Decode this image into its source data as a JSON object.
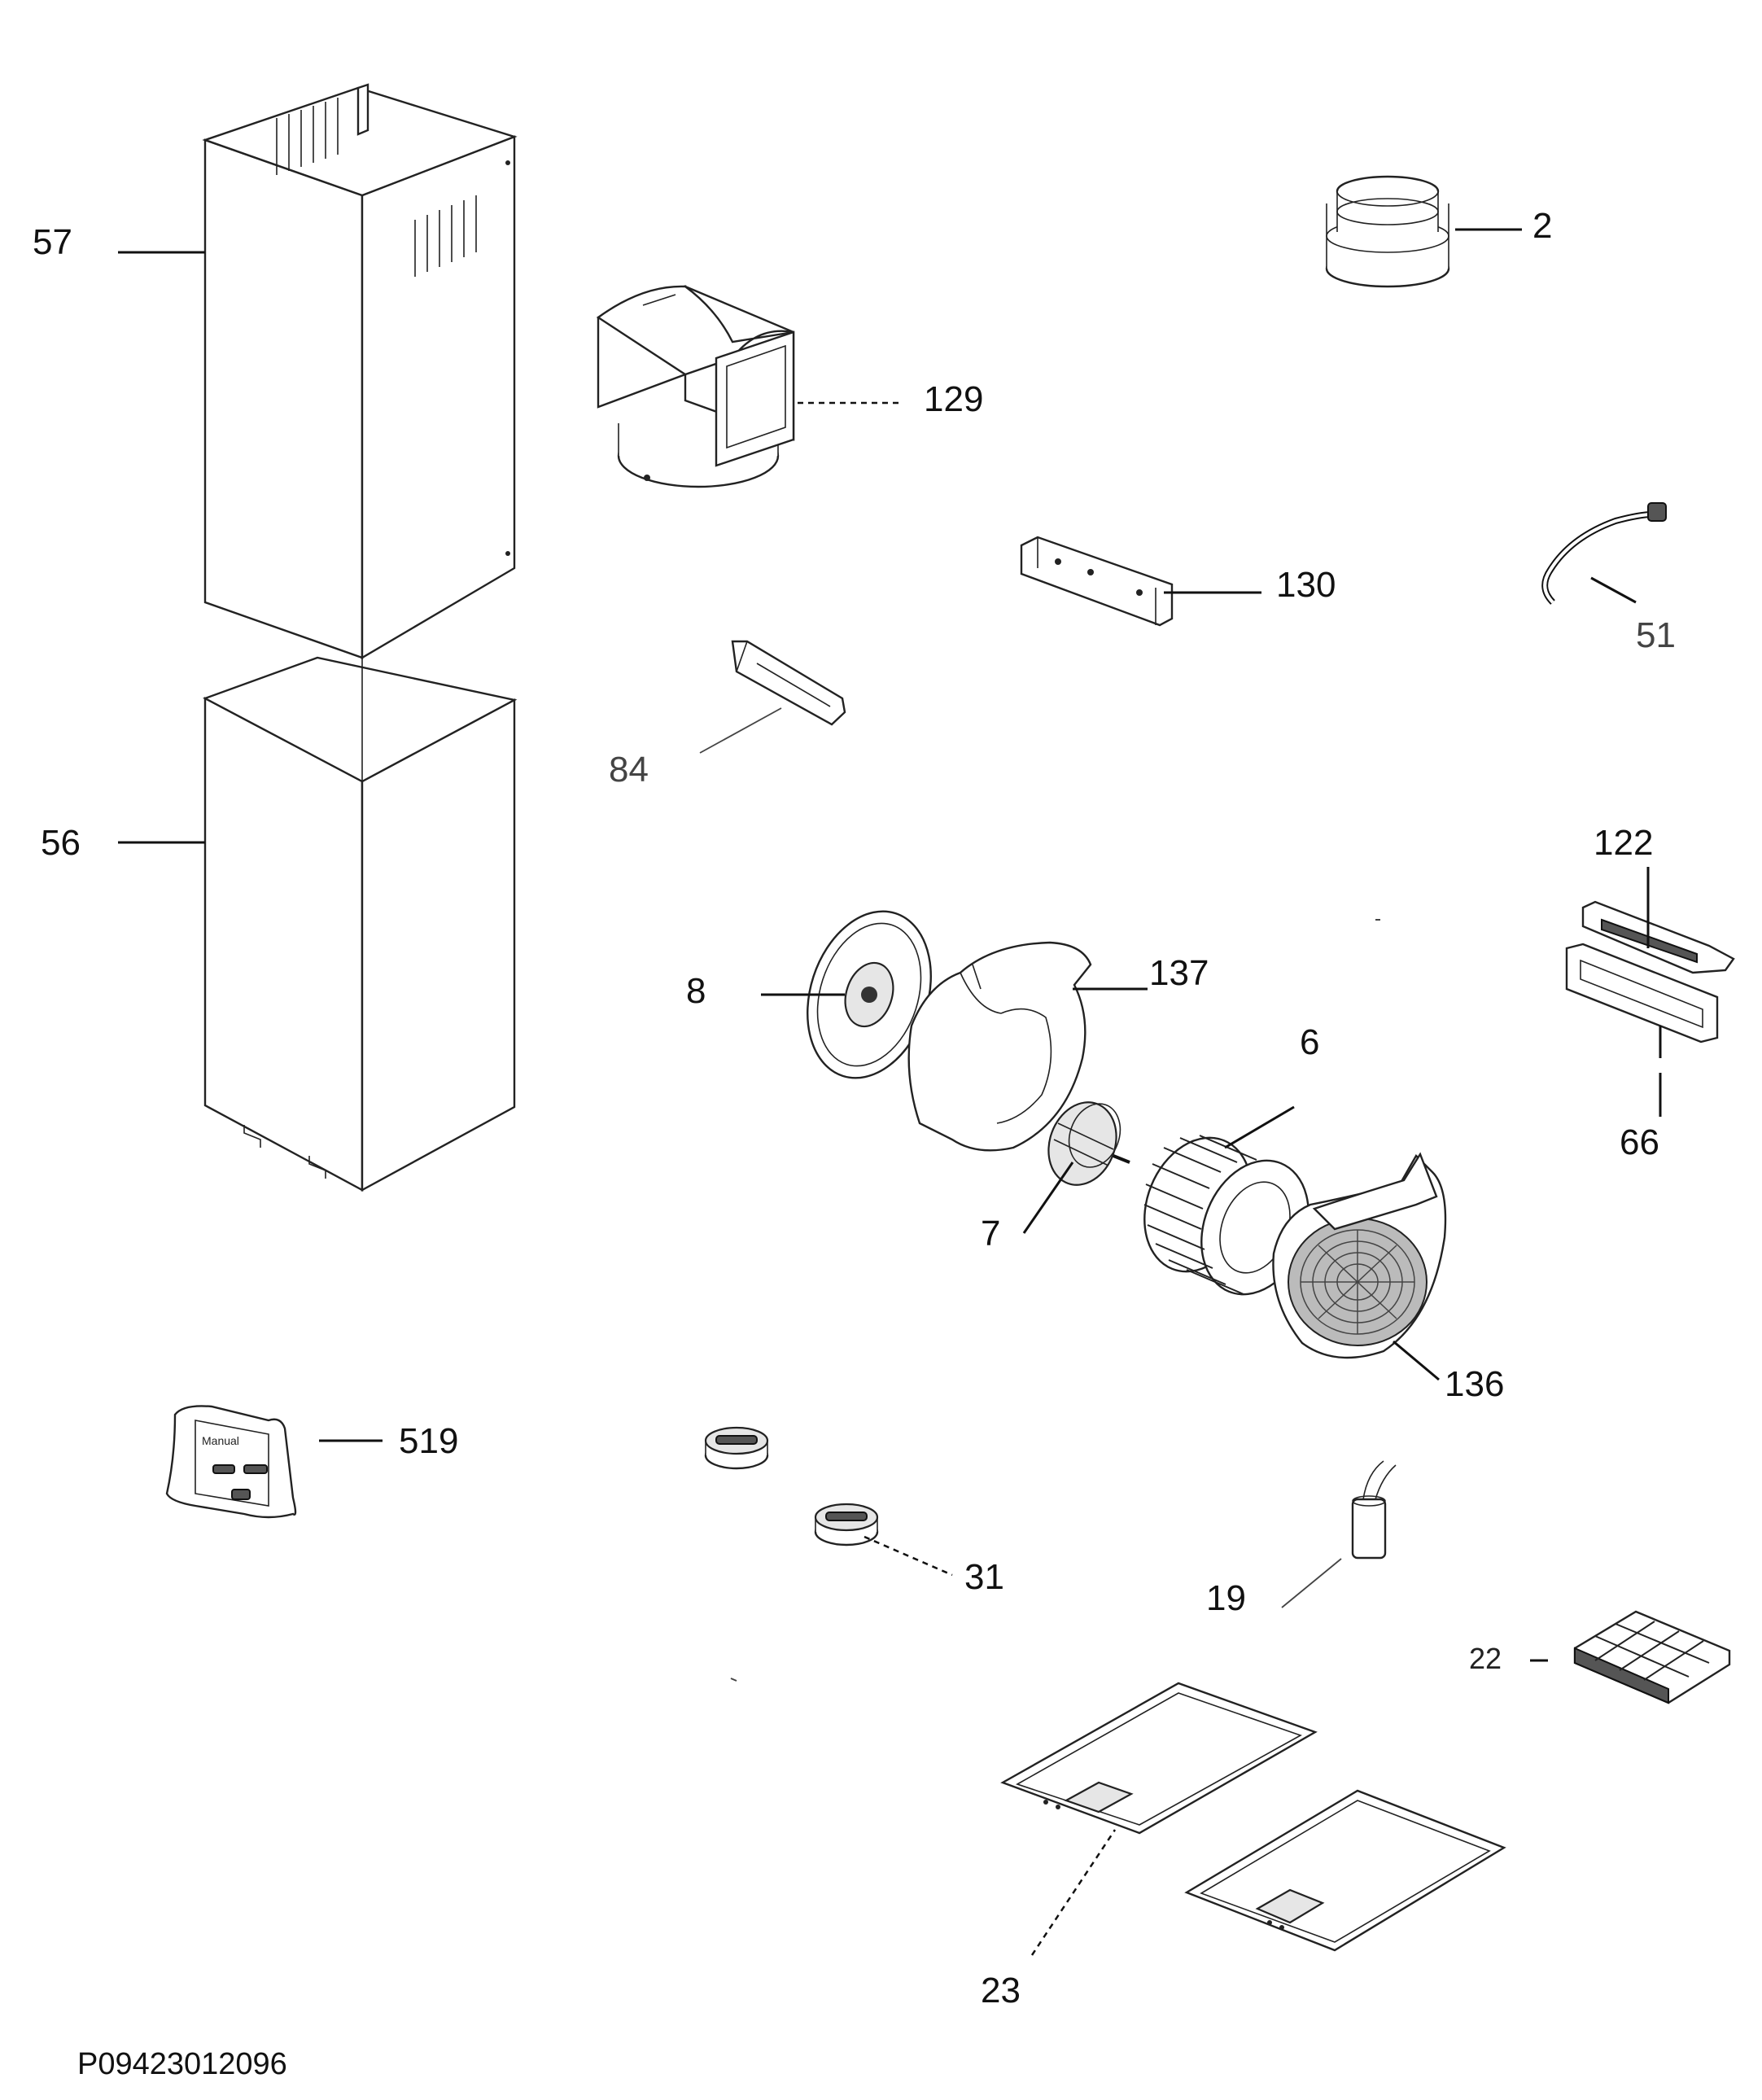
{
  "labels": {
    "p57": "57",
    "p56": "56",
    "p129": "129",
    "p2": "2",
    "p130": "130",
    "p51": "51",
    "p84": "84",
    "p122": "122",
    "p66": "66",
    "p8": "8",
    "p137": "137",
    "p6": "6",
    "p7": "7",
    "p136": "136",
    "p519": "519",
    "p31": "31",
    "p19": "19",
    "p22": "22",
    "p23": "23"
  },
  "kit": {
    "manual_text": "Manual"
  },
  "document_id": "P09423012096"
}
